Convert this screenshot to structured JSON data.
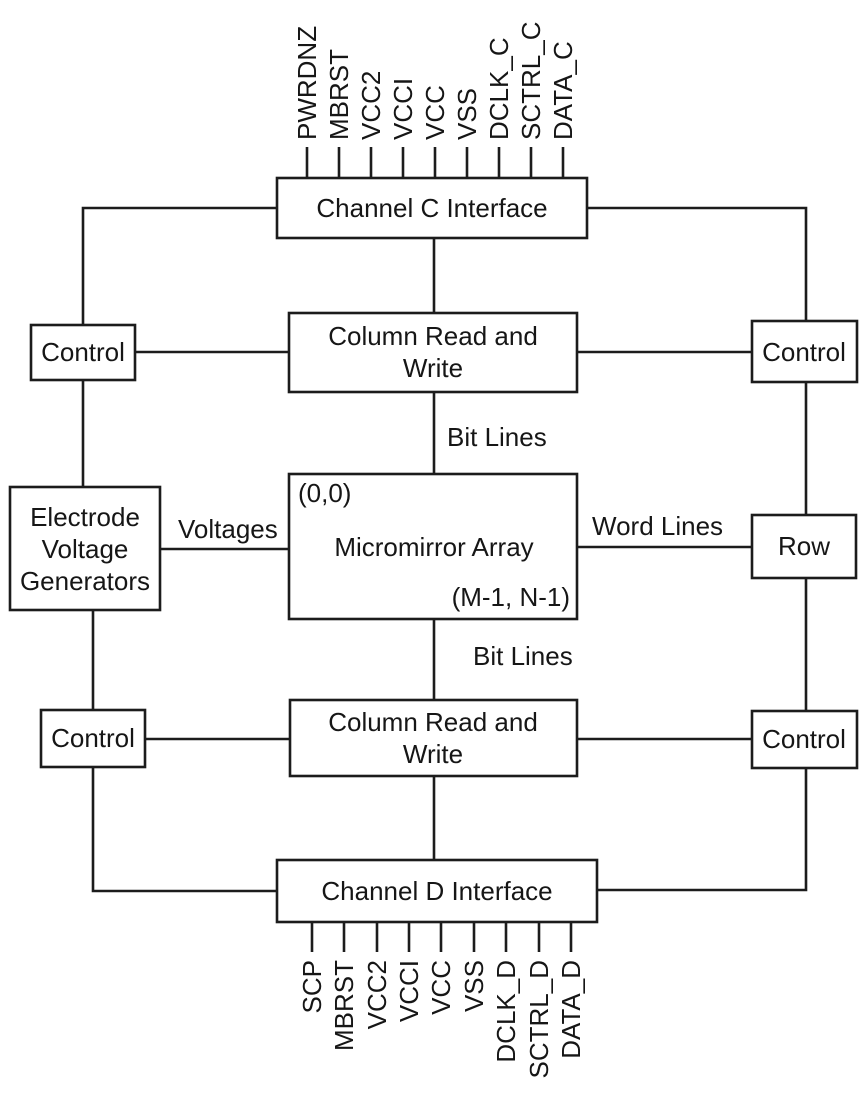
{
  "diagram": {
    "boxes": {
      "channel_c": {
        "label": "Channel C Interface"
      },
      "col_rw_top": {
        "line1": "Column Read and",
        "line2": "Write"
      },
      "control_tl": {
        "label": "Control"
      },
      "control_tr": {
        "label": "Control"
      },
      "evg": {
        "line1": "Electrode",
        "line2": "Voltage",
        "line3": "Generators"
      },
      "mirror": {
        "corner_tl": "(0,0)",
        "label": "Micromirror Array",
        "corner_br": "(M-1, N-1)"
      },
      "row": {
        "label": "Row"
      },
      "control_bl": {
        "label": "Control"
      },
      "control_br": {
        "label": "Control"
      },
      "col_rw_bot": {
        "line1": "Column Read and",
        "line2": "Write"
      },
      "channel_d": {
        "label": "Channel D Interface"
      }
    },
    "wire_labels": {
      "bit_lines_top": "Bit Lines",
      "bit_lines_bottom": "Bit Lines",
      "voltages": "Voltages",
      "word_lines": "Word Lines"
    },
    "pins": {
      "channel_c": [
        "PWRDNZ",
        "MBRST",
        "VCC2",
        "VCCI",
        "VCC",
        "VSS",
        "DCLK_C",
        "SCTRL_C",
        "DATA_C"
      ],
      "channel_d": [
        "SCP",
        "MBRST",
        "VCC2",
        "VCCI",
        "VCC",
        "VSS",
        "DCLK_D",
        "SCTRL_D",
        "DATA_D"
      ]
    },
    "colors": {
      "line": "#1c1c1c",
      "text": "#161616",
      "background": "#ffffff"
    }
  }
}
